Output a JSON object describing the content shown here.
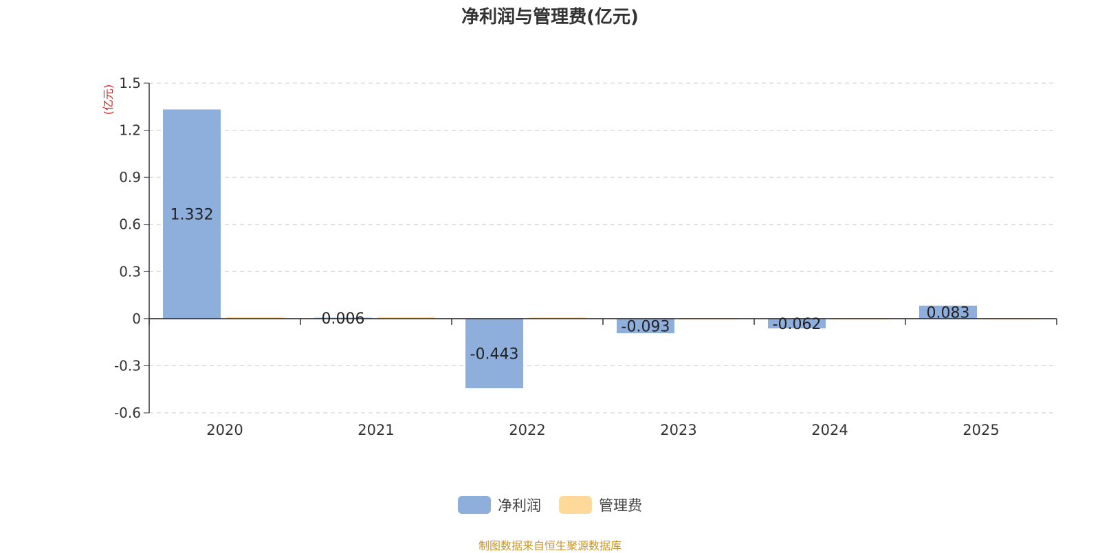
{
  "chart_data": {
    "type": "bar",
    "title": "净利润与管理费(亿元)",
    "unit_label": "(亿元)",
    "categories": [
      "2020",
      "2021",
      "2022",
      "2023",
      "2024",
      "2025"
    ],
    "series": [
      {
        "name": "净利润",
        "values": [
          1.332,
          0.006,
          -0.443,
          -0.093,
          -0.062,
          0.083
        ],
        "labels": [
          "1.332",
          "0.006",
          "-0.443",
          "-0.093",
          "-0.062",
          "0.083"
        ],
        "color": "#8eaedb"
      },
      {
        "name": "管理费",
        "values": [
          0.01,
          0.01,
          0.007,
          0.004,
          0.004,
          0.004
        ],
        "color": "#fdd99a"
      }
    ],
    "ylim": [
      -0.6,
      1.5
    ],
    "yticks": [
      1.5,
      1.2,
      0.9,
      0.6,
      0.3,
      0,
      -0.3,
      -0.6
    ],
    "ytick_labels": [
      "1.5",
      "1.2",
      "0.9",
      "0.6",
      "0.3",
      "0",
      "-0.3",
      "-0.6"
    ],
    "grid": true,
    "legend_position": "bottom-center"
  },
  "colors": {
    "unit_label": "#e02020",
    "source_note": "#c8962e"
  },
  "source_note": "制图数据来自恒生聚源数据库"
}
